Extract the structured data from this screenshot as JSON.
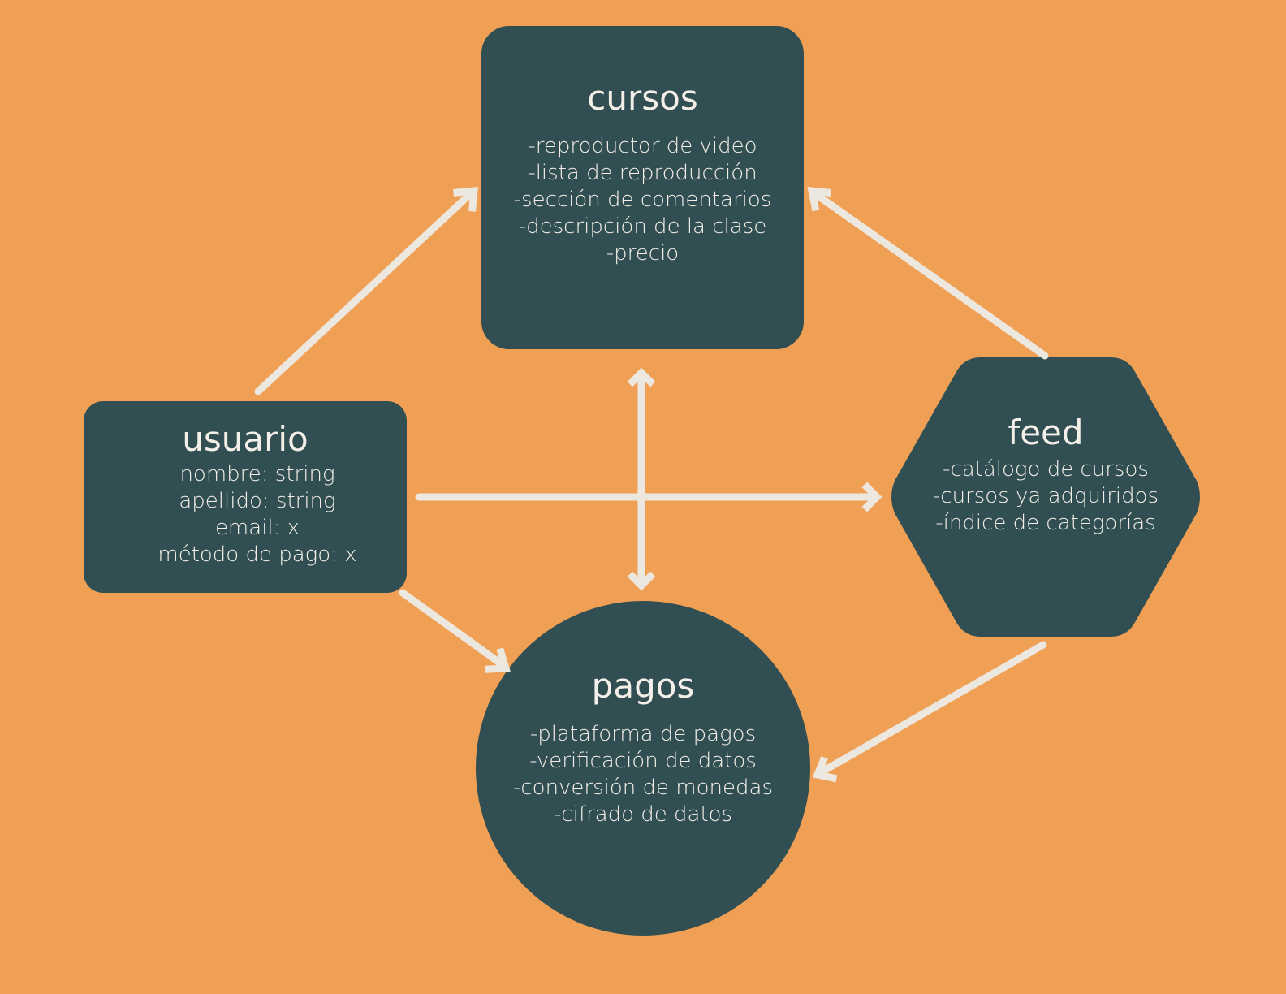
{
  "colors": {
    "background": "#F0A055",
    "node_fill": "#314E52",
    "arrow": "#ECE7DF",
    "text": "#F4EFE8"
  },
  "nodes": {
    "cursos": {
      "title": "cursos",
      "lines": [
        "-reproductor de video",
        "-lista de reproducción",
        "-sección de comentarios",
        "-descripción de la clase",
        "-precio"
      ]
    },
    "usuario": {
      "title": "usuario",
      "lines": [
        "nombre: string",
        "apellido: string",
        "email: x",
        "método de pago: x"
      ]
    },
    "feed": {
      "title": "feed",
      "lines": [
        "-catálogo de cursos",
        "-cursos ya adquiridos",
        "-índice de categorías"
      ]
    },
    "pagos": {
      "title": "pagos",
      "lines": [
        "-plataforma de pagos",
        "-verificación de datos",
        "-conversión de monedas",
        "-cifrado de datos"
      ]
    }
  },
  "edges": [
    {
      "from": "usuario",
      "to": "cursos"
    },
    {
      "from": "usuario",
      "to": "feed"
    },
    {
      "from": "usuario",
      "to": "pagos"
    },
    {
      "from": "feed",
      "to": "cursos"
    },
    {
      "from": "feed",
      "to": "pagos"
    },
    {
      "from": "cursos",
      "to": "pagos",
      "bidirectional": true
    }
  ]
}
